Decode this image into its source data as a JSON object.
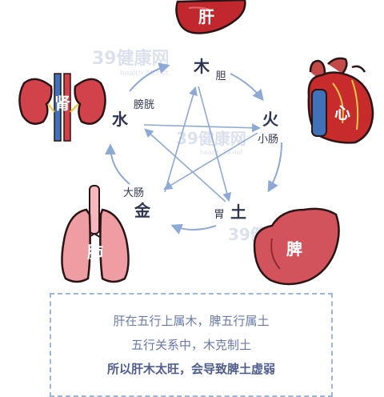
{
  "organs": {
    "liver": "肝",
    "heart": "心",
    "spleen": "脾",
    "lung": "肺",
    "kidney": "肾"
  },
  "elements": {
    "wood": "木",
    "fire": "火",
    "earth": "土",
    "metal": "金",
    "water": "水"
  },
  "fu_organs": {
    "gallbladder": "胆",
    "small_intestine": "小肠",
    "stomach": "胃",
    "large_intestine": "大肠",
    "bladder": "膀胱"
  },
  "watermark": {
    "brand": "39健康网",
    "url": "health.39.net"
  },
  "caption": {
    "line1": "肝在五行上属木，脾五行属土",
    "line2": "五行关系中，木克制土",
    "line3": "所以肝木太旺，会导致脾土虚弱"
  },
  "colors": {
    "arrow": "#8ea9d4",
    "text_dark": "#2e3550",
    "caption_text": "#6a7aa8",
    "liver": "#c0282e",
    "heart": "#c72b2b",
    "spleen": "#d2535b",
    "lung": "#ee9da3",
    "kidney": "#d1424a"
  }
}
